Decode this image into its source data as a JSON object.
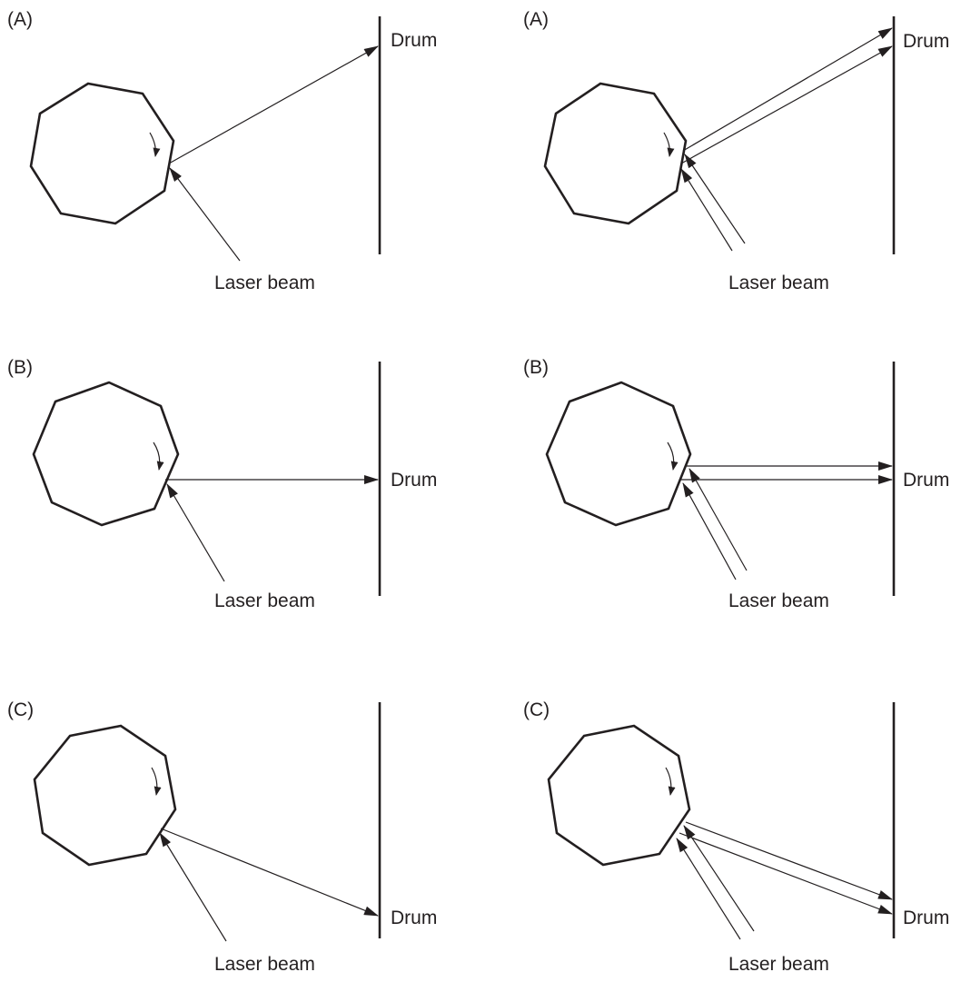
{
  "panels": [
    {
      "id": "left-a",
      "tag": "(A)",
      "drum_label": "Drum",
      "beam_label": "Laser beam"
    },
    {
      "id": "right-a",
      "tag": "(A)",
      "drum_label": "Drum",
      "beam_label": "Laser beam"
    },
    {
      "id": "left-b",
      "tag": "(B)",
      "drum_label": "Drum",
      "beam_label": "Laser beam"
    },
    {
      "id": "right-b",
      "tag": "(B)",
      "drum_label": "Drum",
      "beam_label": "Laser beam"
    },
    {
      "id": "left-c",
      "tag": "(C)",
      "drum_label": "Drum",
      "beam_label": "Laser beam"
    },
    {
      "id": "right-c",
      "tag": "(C)",
      "drum_label": "Drum",
      "beam_label": "Laser beam"
    }
  ],
  "colors": {
    "ink": "#231f20",
    "background": "#ffffff"
  }
}
